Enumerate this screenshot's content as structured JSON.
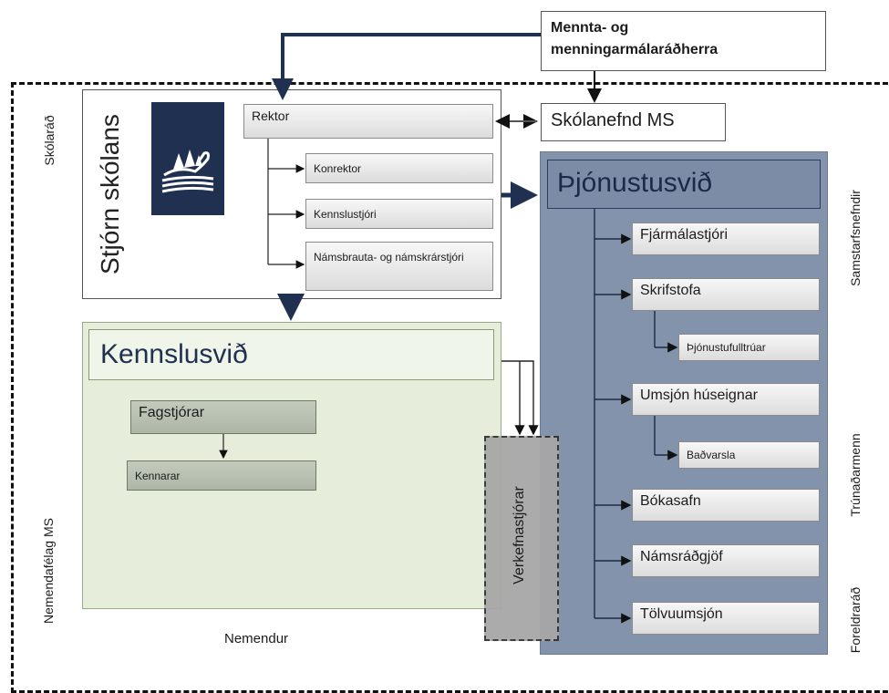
{
  "minister": {
    "line1": "Mennta- og",
    "line2": "menningarmálaráðherra"
  },
  "school_board": "Skólanefnd MS",
  "governance": {
    "title": "Stjórn skólans",
    "logo": "swan-logo-icon"
  },
  "rector": "Rektor",
  "management": [
    "Konrektor",
    "Kennslustjóri",
    "Námsbrauta- og námskrárstjóri"
  ],
  "teaching_division": {
    "title": "Kennslusvið",
    "head": "Fagstjórar",
    "staff": "Kennarar"
  },
  "project_managers": "Verkefnastjórar",
  "service_division": {
    "title": "Þjónustusvið",
    "units": [
      "Fjármálastjóri",
      "Skrifstofa",
      "Þjónustufulltrúar",
      "Umsjón húseignar",
      "Baðvarsla",
      "Bókasafn",
      "Námsráðgjöf",
      "Tölvuumsjón"
    ]
  },
  "side_labels": {
    "left_top": "Skólaráð",
    "left_bottom": "Nemendafélag MS",
    "right_top": "Samstarfsnefndir",
    "right_middle": "Trúnaðarmenn",
    "right_bottom": "Foreldraráð"
  },
  "students": "Nemendur",
  "colors": {
    "navy": "#1f3050",
    "service_bg": "#8393ab",
    "teaching_bg": "#e6eedb",
    "project_bg": "#a7a7a7"
  }
}
